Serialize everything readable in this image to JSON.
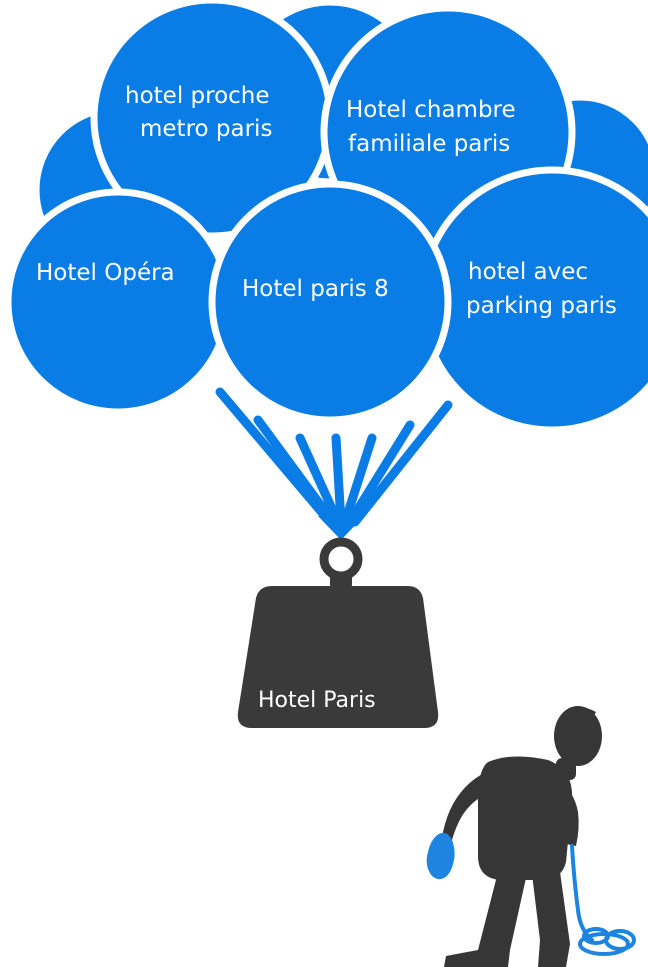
{
  "colors": {
    "balloon": "#0a7ce6",
    "balloon_outline": "#ffffff",
    "weight": "#3a3a3a",
    "figure": "#363636",
    "figure_accent": "#1d84e0",
    "background": "#ffffff"
  },
  "balloons": {
    "proche_metro": {
      "line1": "hotel proche",
      "line2": "metro paris"
    },
    "chambre_familiale": {
      "line1": "Hotel chambre",
      "line2": "familiale paris"
    },
    "opera": {
      "line1": "Hotel Opéra"
    },
    "paris8": {
      "line1": "Hotel paris 8"
    },
    "parking": {
      "line1": "hotel avec",
      "line2": "parking paris"
    }
  },
  "weight": {
    "label": "Hotel Paris"
  },
  "icons": {
    "figure": "sad-person-icon",
    "deflated_balloon": "deflated-balloon-icon",
    "weight": "weight-icon"
  }
}
